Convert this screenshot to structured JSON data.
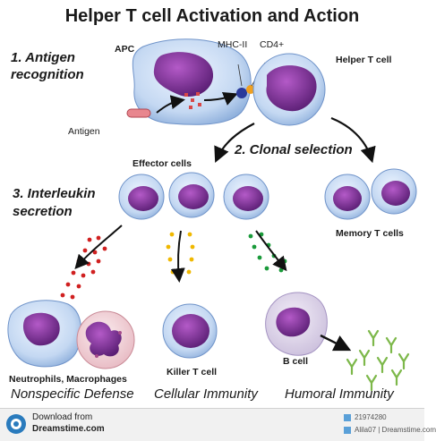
{
  "title": "Helper T cell Activation and Action",
  "steps": {
    "step1_line1": "1. Antigen",
    "step1_line2": "recognition",
    "step2": "2. Clonal selection",
    "step3_line1": "3. Interleukin",
    "step3_line2": "secretion"
  },
  "labels": {
    "apc": "APC",
    "mhc": "MHC-II",
    "cd4": "CD4+",
    "helper": "Helper T cell",
    "antigen": "Antigen",
    "effector": "Effector cells",
    "memory": "Memory T cells",
    "neutrophils": "Neutrophils, Macrophages",
    "killer": "Killer T cell",
    "bcell": "B cell"
  },
  "categories": {
    "nonspecific": "Nonspecific Defense",
    "cellular": "Cellular Immunity",
    "humoral": "Humoral Immunity"
  },
  "footer": {
    "download": "Download from",
    "site": "Dreamstime.com",
    "id": "21974280",
    "credit": "Alila07 | Dreamstime.com"
  },
  "colors": {
    "cell_fill": "#c9dcf5",
    "cell_edge": "#6f93c9",
    "nucleus": "#7a2f8f",
    "red_dots": "#d02020",
    "yellow_dots": "#f0b800",
    "green_dots": "#1a9a3a"
  }
}
